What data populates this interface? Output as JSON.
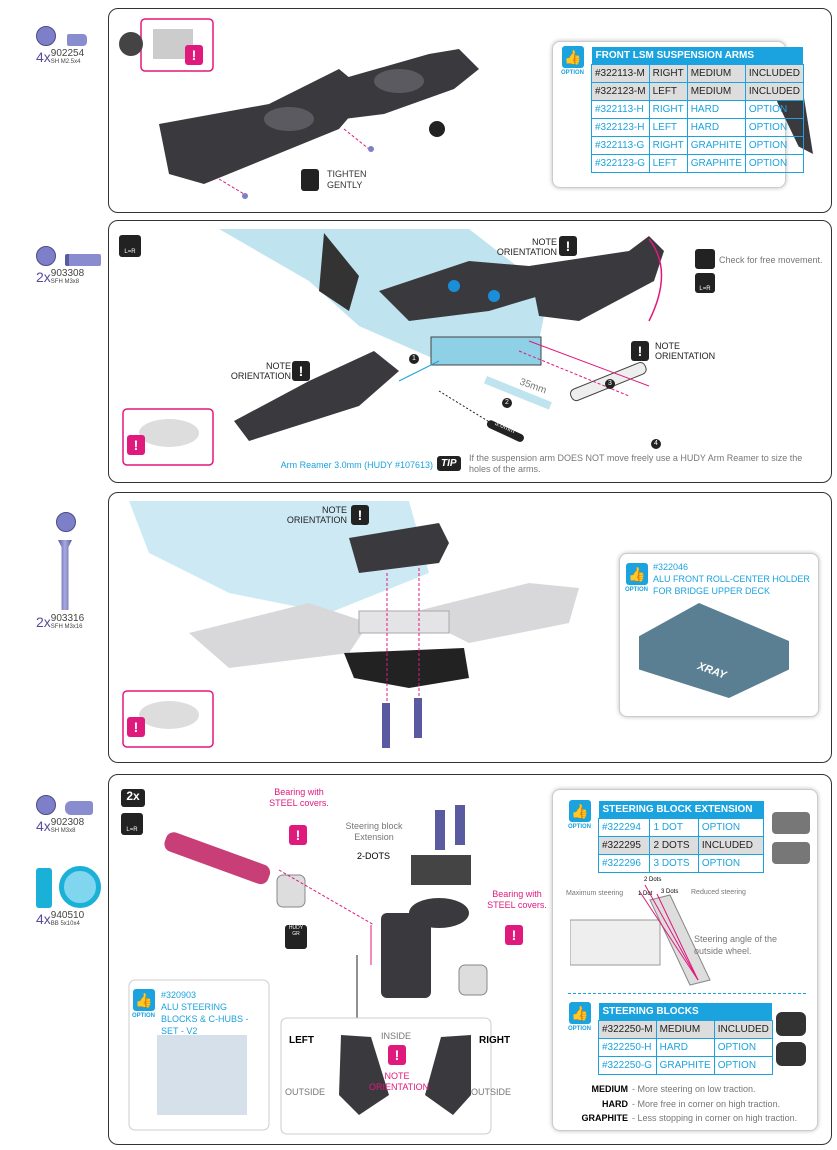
{
  "fasteners": [
    {
      "qty": "4x",
      "code": "902254",
      "desc": "SH M2.5x4"
    },
    {
      "qty": "2x",
      "code": "903308",
      "desc": "SFH M3x8"
    },
    {
      "qty": "2x",
      "code": "903316",
      "desc": "SFH M3x16"
    },
    {
      "qty": "4x",
      "code": "902308",
      "desc": "SH M3x8"
    },
    {
      "qty": "4x",
      "code": "940510",
      "desc": "BB 5x10x4"
    }
  ],
  "option_label": "OPTION",
  "step1": {
    "tighten": "TIGHTEN GENTLY",
    "table": {
      "title": "FRONT LSM SUSPENSION ARMS",
      "rows": [
        {
          "cells": [
            "#322113-M",
            "RIGHT",
            "MEDIUM",
            "INCLUDED"
          ],
          "included": true
        },
        {
          "cells": [
            "#322123-M",
            "LEFT",
            "MEDIUM",
            "INCLUDED"
          ],
          "included": true
        },
        {
          "cells": [
            "#322113-H",
            "RIGHT",
            "HARD",
            "OPTION"
          ],
          "included": false
        },
        {
          "cells": [
            "#322123-H",
            "LEFT",
            "HARD",
            "OPTION"
          ],
          "included": false
        },
        {
          "cells": [
            "#322113-G",
            "RIGHT",
            "GRAPHITE",
            "OPTION"
          ],
          "included": false
        },
        {
          "cells": [
            "#322123-G",
            "LEFT",
            "GRAPHITE",
            "OPTION"
          ],
          "included": false
        }
      ]
    }
  },
  "step2": {
    "lr": "L=R",
    "note": "NOTE ORIENTATION",
    "check": "Check for free movement.",
    "dim": "35mm",
    "reamer_size": "3.0mm",
    "callouts": [
      "1",
      "2",
      "3",
      "4"
    ],
    "reamer": "Arm Reamer 3.0mm (HUDY #107613)",
    "tip": "TIP",
    "tip_text": "If the suspension arm DOES NOT move freely use a HUDY Arm Reamer to size the holes of the arms."
  },
  "step3": {
    "note": "NOTE ORIENTATION",
    "option_part": "#322046",
    "option_name": "ALU FRONT ROLL-CENTER HOLDER FOR BRIDGE UPPER DECK",
    "brand": "XRAY"
  },
  "step4": {
    "count": "2x",
    "lr": "L=R",
    "bearing": "Bearing with STEEL covers.",
    "ext_label": "Steering block Extension",
    "ext_dots": "2-DOTS",
    "hudy": "HUDY",
    "gr": "GR",
    "option_part": "#320903",
    "option_name": "ALU STEERING BLOCKS & C-HUBS - SET - V2",
    "left": "LEFT",
    "right": "RIGHT",
    "inside": "INSIDE",
    "outside": "OUTSIDE",
    "note": "NOTE ORIENTATION",
    "ext_table": {
      "title": "STEERING  BLOCK EXTENSION",
      "rows": [
        {
          "cells": [
            "#322294",
            "1 DOT",
            "OPTION"
          ],
          "included": false
        },
        {
          "cells": [
            "#322295",
            "2 DOTS",
            "INCLUDED"
          ],
          "included": true
        },
        {
          "cells": [
            "#322296",
            "3 DOTS",
            "OPTION"
          ],
          "included": false
        }
      ]
    },
    "angle": {
      "max": "Maximum steering",
      "reduced": "Reduced steering",
      "d1": "1 Dot",
      "d2": "2 Dots",
      "d3": "3 Dots",
      "caption": "Steering angle of the outside wheel."
    },
    "blocks_table": {
      "title": "STEERING  BLOCKS",
      "rows": [
        {
          "cells": [
            "#322250-M",
            "MEDIUM",
            "INCLUDED"
          ],
          "included": true
        },
        {
          "cells": [
            "#322250-H",
            "HARD",
            "OPTION"
          ],
          "included": false
        },
        {
          "cells": [
            "#322250-G",
            "GRAPHITE",
            "OPTION"
          ],
          "included": false
        }
      ]
    },
    "legend": [
      {
        "k": "MEDIUM",
        "v": "- More steering on low traction."
      },
      {
        "k": "HARD",
        "v": "- More free in corner on high traction."
      },
      {
        "k": "GRAPHITE",
        "v": "- Less stopping in corner on high traction."
      }
    ]
  }
}
